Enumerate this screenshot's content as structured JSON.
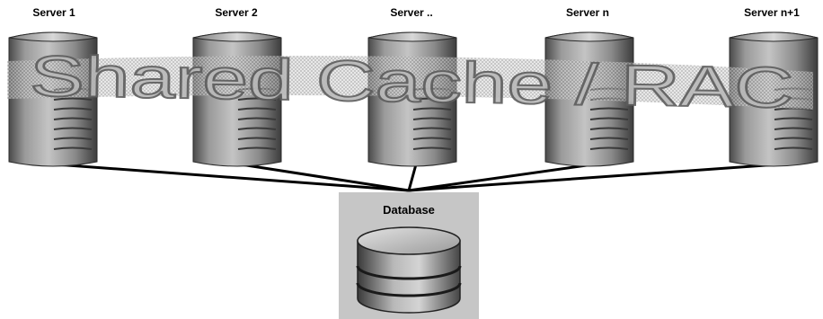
{
  "servers": [
    {
      "label": "Server 1"
    },
    {
      "label": "Server 2"
    },
    {
      "label": "Server .."
    },
    {
      "label": "Server n"
    },
    {
      "label": "Server n+1"
    }
  ],
  "banner": {
    "text": "Shared Cache / RAC"
  },
  "database": {
    "label": "Database"
  },
  "colors": {
    "server_body": "#8c8c8c",
    "database_panel": "#c6c6c6",
    "connector": "#000000"
  },
  "icons": {
    "server": "server-tower-icon",
    "database": "database-cylinder-icon"
  }
}
